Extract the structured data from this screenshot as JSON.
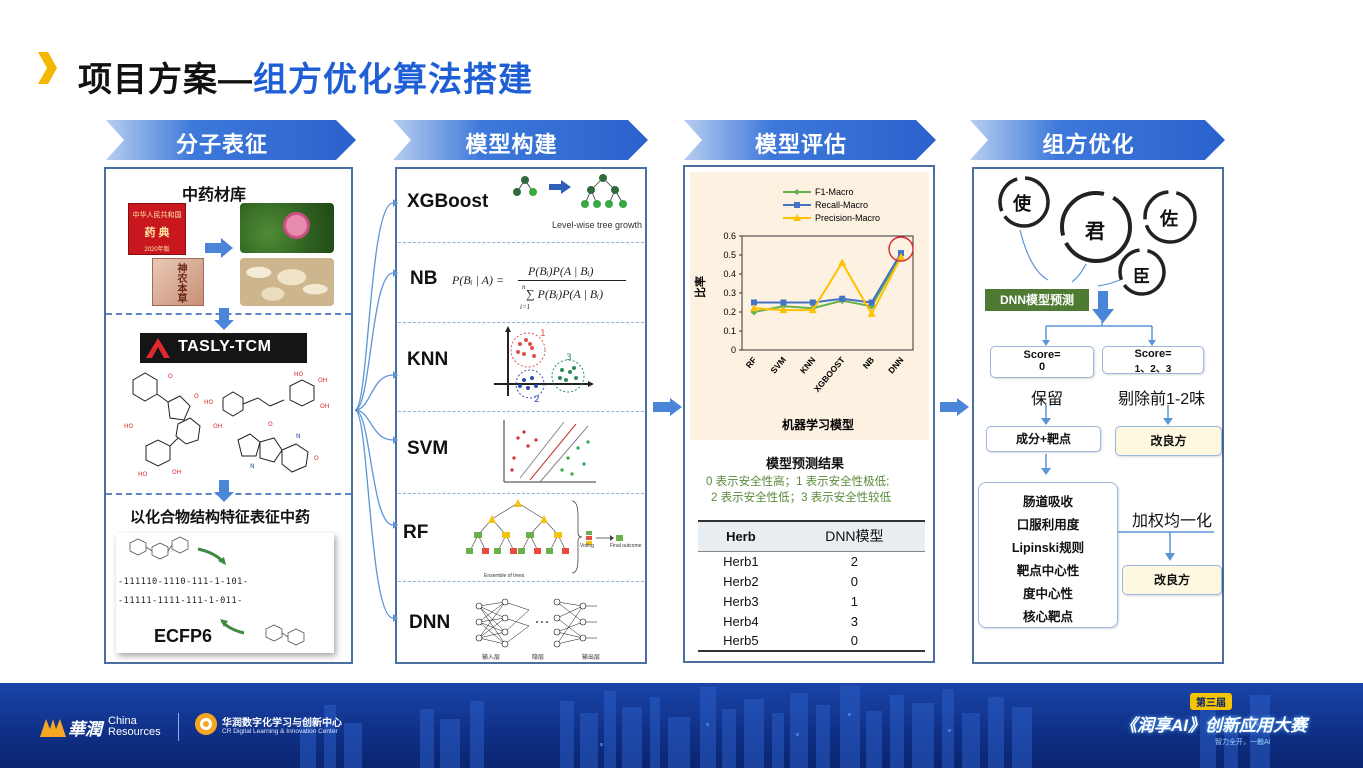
{
  "title": {
    "part1": "项目方案—",
    "part2": "组方优化算法搭建"
  },
  "headers": [
    "分子表征",
    "模型构建",
    "模型评估",
    "组方优化"
  ],
  "col1": {
    "tcm_library": "中药材库",
    "book1_line1": "中华人民共和国",
    "book1_line2": "药 典",
    "book1_line3": "2020年版",
    "book2_text": "神农本草",
    "tasly_logo": "TASLY-TCM",
    "compound_label": "以化合物结构特征表征中药",
    "fp_row1": "-111110-1110-111-1-101-",
    "fp_row2": "-11111-1111-111-1-011-",
    "ecfp_label": "ECFP6"
  },
  "col2": {
    "models": [
      "XGBoost",
      "NB",
      "KNN",
      "SVM",
      "RF",
      "DNN"
    ],
    "xgb_caption": "Level-wise tree growth",
    "nb_formula_left": "P(Bᵢ | A) =",
    "nb_formula_num": "P(Bᵢ)P(A | Bᵢ)",
    "nb_formula_den": "∑ P(Bᵢ)P(A | Bᵢ)",
    "nb_sum_top": "n",
    "nb_sum_bottom": "i=1",
    "knn_labels": [
      "1",
      "2",
      "3"
    ],
    "rf_caption": "Ensemble of trees",
    "rf_voting": "Voting",
    "rf_final": "Final outcome",
    "dnn_layers": [
      "输入层",
      "隐层",
      "输出层"
    ]
  },
  "chart_data": {
    "type": "line",
    "categories": [
      "RF",
      "SVM",
      "KNN",
      "XGBOOST",
      "NB",
      "DNN"
    ],
    "series": [
      {
        "name": "F1-Macro",
        "values": [
          0.2,
          0.23,
          0.22,
          0.26,
          0.23,
          0.5
        ],
        "color": "#6ab04c"
      },
      {
        "name": "Recall-Macro",
        "values": [
          0.25,
          0.25,
          0.25,
          0.27,
          0.25,
          0.51
        ],
        "color": "#4472c4"
      },
      {
        "name": "Precision-Macro",
        "values": [
          0.22,
          0.21,
          0.21,
          0.46,
          0.19,
          0.49
        ],
        "color": "#ffc000"
      }
    ],
    "yticks": [
      "0",
      "0.1",
      "0.2",
      "0.3",
      "0.4",
      "0.5",
      "0.6"
    ],
    "ylim": [
      0,
      0.6
    ],
    "ylabel": "比率",
    "xlabel": "机器学习模型",
    "legend": "top-left"
  },
  "col3": {
    "result_title": "模型预测结果",
    "legend_line1": "0 表示安全性高；1 表示安全性极低;",
    "legend_line2": "2 表示安全性低；3 表示安全性较低",
    "table_headers": [
      "Herb",
      "DNN模型"
    ],
    "table_rows": [
      [
        "Herb1",
        "2"
      ],
      [
        "Herb2",
        "0"
      ],
      [
        "Herb3",
        "1"
      ],
      [
        "Herb4",
        "3"
      ],
      [
        "Herb5",
        "0"
      ]
    ]
  },
  "col4": {
    "circles": [
      "使",
      "君",
      "佐",
      "臣"
    ],
    "dnn_predict": "DNN模型预测",
    "score0": "Score=\n0",
    "score0_line1": "Score=",
    "score0_line2": "0",
    "score123_line1": "Score=",
    "score123_line2": "1、2、3",
    "keep": "保留",
    "remove": "剔除前1-2味",
    "component_target": "成分+靶点",
    "improve1": "改良方",
    "criteria": [
      "肠道吸收",
      "口服利用度",
      "Lipinski规则",
      "靶点中心性",
      "度中心性",
      "核心靶点"
    ],
    "weighted": "加权均一化",
    "improve2": "改良方"
  },
  "footer": {
    "brand_cn": "華潤",
    "brand_en1": "China",
    "brand_en2": "Resources",
    "center_cn": "华润数字化学习与创新中心",
    "center_en": "CR Digital Learning & Innovation Center",
    "contest_badge": "第三届",
    "contest_name": "《润享AI》创新应用大赛",
    "contest_slogan": "智力全开，一触AI"
  },
  "colors": {
    "accent": "#1f5fd6",
    "header": "#3b74d6",
    "green_label": "#5a8a3a",
    "chevron": "#f5b800"
  }
}
